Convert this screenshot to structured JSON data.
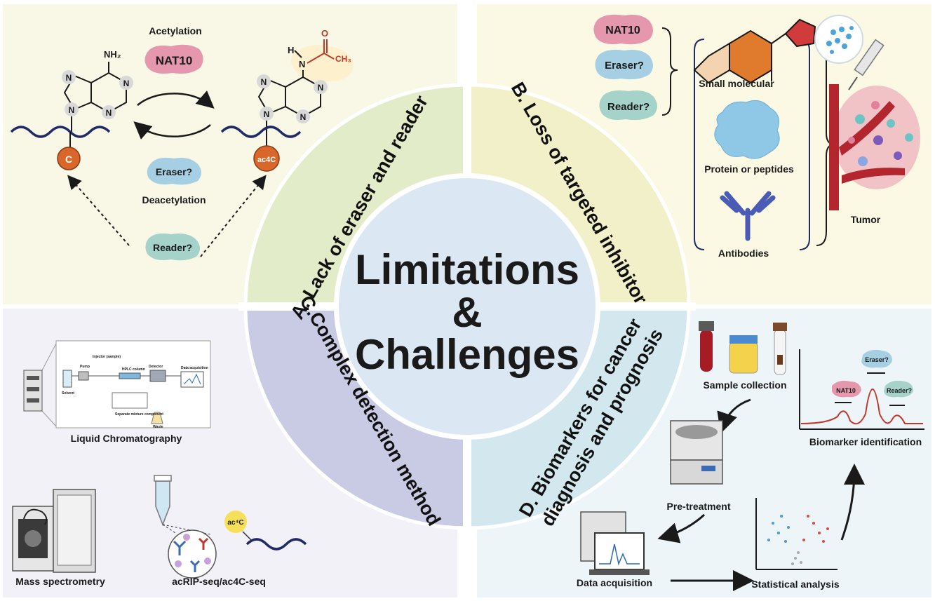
{
  "center": {
    "line1": "Limitations",
    "line2": "&",
    "line3": "Challenges"
  },
  "arcs": {
    "a": "A. Lack of eraser and reader",
    "b": "B. Loss of targeted inhibitor",
    "c": "C.Complex detection method",
    "d1": "D. Biomarkers for cancer",
    "d2": "diagnosis and prognosis"
  },
  "panel_a": {
    "acetylation": "Acetylation",
    "deacetylation": "Deacetylation",
    "writer": "NAT10",
    "eraser": "Eraser?",
    "reader": "Reader?",
    "nucleotide_c": "C",
    "nucleotide_ac4c": "ac4C",
    "nh2": "NH₂",
    "h": "H",
    "n": "N",
    "o": "O",
    "ch3": "CH₃"
  },
  "panel_b": {
    "writer": "NAT10",
    "eraser": "Eraser?",
    "reader": "Reader?",
    "small_molecular": "Small molecular",
    "protein": "Protein or peptides",
    "antibodies": "Antibodies",
    "tumor": "Tumor"
  },
  "panel_c": {
    "lc": "Liquid Chromatography",
    "ms": "Mass spectrometry",
    "seq": "acRIP-seq/ac4C-seq",
    "ac4c_badge": "ac⁴C",
    "hplc": {
      "injector": "Injector (sample)",
      "pump": "Pump",
      "column": "HPLC column",
      "detector": "Detector",
      "acquisition": "Data acquisition",
      "solvent": "Solvent",
      "separate": "Separate mixture component",
      "waste": "Waste"
    }
  },
  "panel_d": {
    "sample": "Sample collection",
    "pretreat": "Pre-treatment",
    "acquisition": "Data acquisition",
    "stats": "Statistical analysis",
    "biomarker": "Biomarker identification",
    "peak1": "NAT10",
    "peak2": "Eraser?",
    "peak3": "Reader?"
  },
  "colors": {
    "panel_a": "#f9f7e6",
    "panel_b": "#fbf9e4",
    "panel_c": "#f2f1f7",
    "panel_d": "#eef5f8",
    "ring_a": "#e3ecc8",
    "ring_b": "#f2f0c9",
    "ring_c": "#c9cbe4",
    "ring_d": "#d2e8ee",
    "center": "#dbe8f3",
    "nat10": "#e597ae",
    "eraser": "#a6cfe3",
    "reader": "#a5d2c9",
    "nucleotide": "#d9662a",
    "wave": "#1f2a66"
  }
}
